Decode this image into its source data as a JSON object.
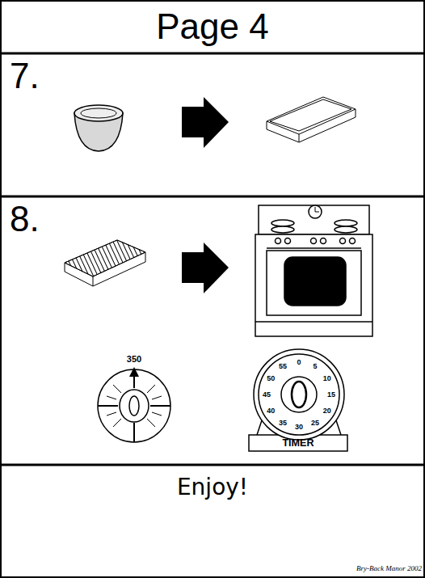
{
  "diagram": {
    "title": "Page 4",
    "nodes": [
      {
        "text": [
          "7."
        ]
      },
      {
        "text": [
          "8."
        ]
      },
      {
        "text": [
          "TIMER"
        ],
        "in": 1
      },
      {
        "text": [
          "Enjoy!"
        ]
      }
    ],
    "labels": [
      "350",
      "0",
      "5",
      "10",
      "15",
      "20",
      "25",
      "30",
      "35",
      "40",
      "45",
      "50",
      "55",
      "Bry-Back Manor 2002"
    ]
  }
}
